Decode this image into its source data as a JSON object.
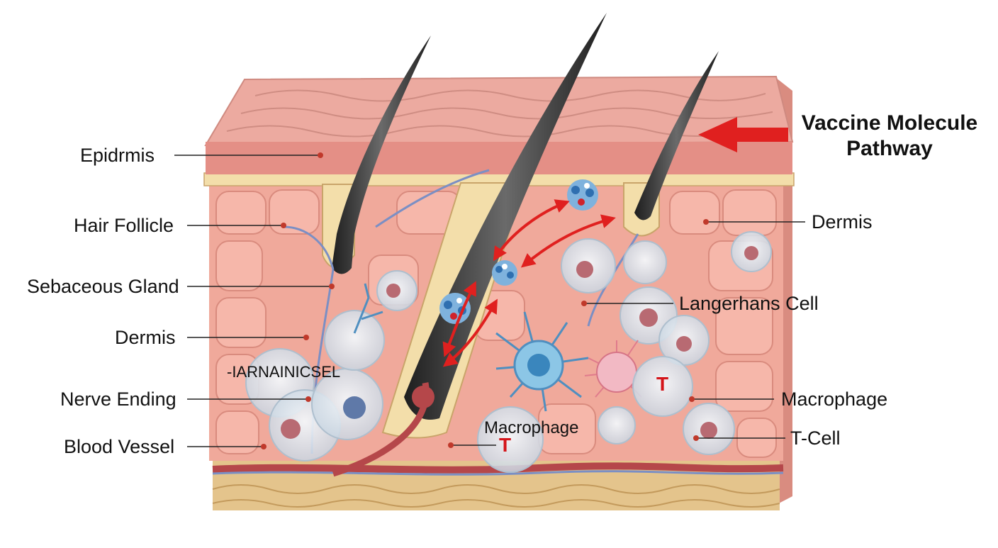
{
  "title": {
    "line1": "Vaccine Molecule",
    "line2": "Pathway"
  },
  "labels": {
    "left": [
      "Epidrmis",
      "Hair Follicle",
      "Sebaceous Gland",
      "Dermis",
      "Nerve Ending",
      "Blood Vessel"
    ],
    "right": [
      "Dermis",
      "Langerhans Cell",
      "Macrophage",
      "T-Cell"
    ],
    "inner_garbled": "-IARNAINICSEL",
    "inner_macrophage": "Macrophage"
  },
  "cell_markers": [
    "T",
    "T"
  ],
  "colors": {
    "epidermis": "#e79a8f",
    "dermis": "#f0a99b",
    "membrane": "#f3deaa",
    "fat": "#e4c48c",
    "hair": "#3c3c3c",
    "arrow": "#e0201f",
    "langerhans": "#4fa3cf"
  }
}
